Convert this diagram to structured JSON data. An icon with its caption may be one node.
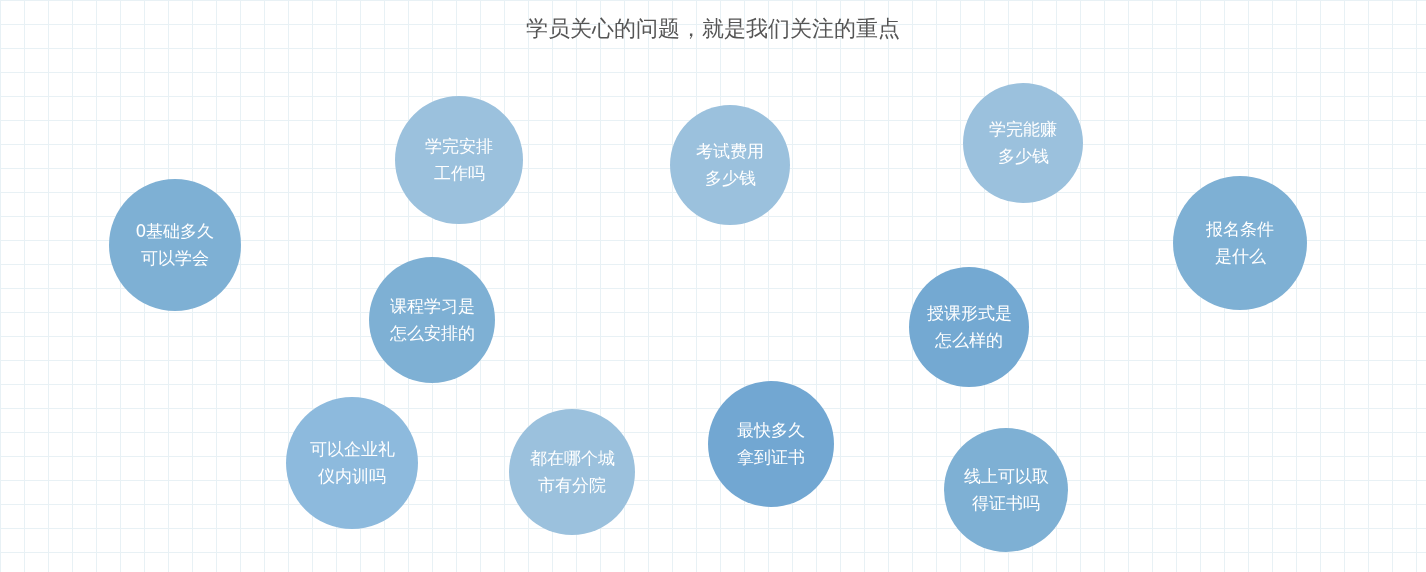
{
  "diagram": {
    "title": "学员关心的问题，就是我们关注的重点",
    "nodes": [
      {
        "text": [
          "学完安排工作吗"
        ]
      },
      {
        "text": [
          "考试费用多少钱"
        ]
      },
      {
        "text": [
          "学完能赚多少钱"
        ]
      },
      {
        "text": [
          "0基础多久可以学会"
        ]
      },
      {
        "text": [
          "报名条件是什么"
        ]
      },
      {
        "text": [
          "课程学习是怎么安排的"
        ]
      },
      {
        "text": [
          "授课形式是怎么样的"
        ]
      },
      {
        "text": [
          "可以企业礼仪内训吗"
        ]
      },
      {
        "text": [
          "都在哪个城市有分院"
        ]
      },
      {
        "text": [
          "最快多久拿到证书"
        ]
      },
      {
        "text": [
          "线上可以取得证书吗"
        ]
      }
    ]
  }
}
